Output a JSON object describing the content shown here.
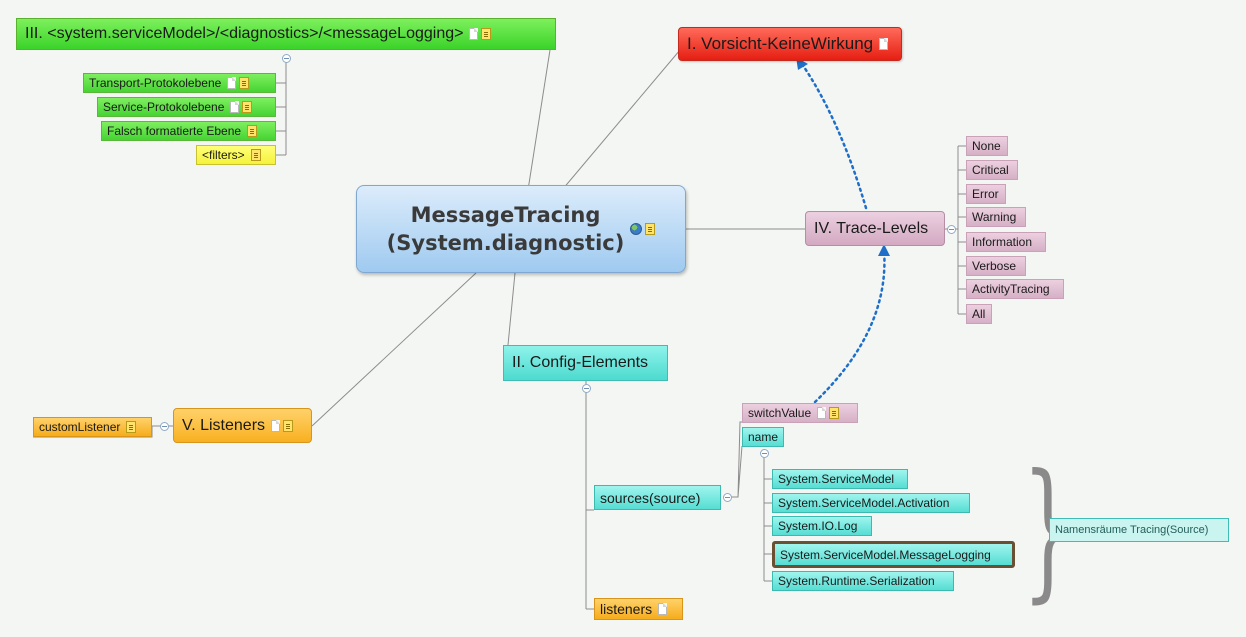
{
  "central": {
    "line1": "MessageTracing",
    "line2": "(System.diagnostic)",
    "icons": [
      "globe-icon",
      "note-icon"
    ]
  },
  "topics": {
    "caution": {
      "label": "I. Vorsicht-KeineWirkung",
      "icons": [
        "page-icon"
      ]
    },
    "config": {
      "label": "II. Config-Elements"
    },
    "message_logging": {
      "label": "III. <system.serviceModel>/<diagnostics>/<messageLogging>",
      "icons": [
        "page-icon",
        "note-icon"
      ]
    },
    "trace_levels": {
      "label": "IV. Trace-Levels"
    },
    "listeners": {
      "label": "V. Listeners",
      "icons": [
        "page-icon",
        "note-icon"
      ]
    }
  },
  "message_logging_items": [
    {
      "label": "Transport-Protokolebene",
      "icons": [
        "page-icon",
        "note-icon"
      ]
    },
    {
      "label": "Service-Protokolebene",
      "icons": [
        "page-icon",
        "note-icon"
      ]
    },
    {
      "label": "Falsch formatierte Ebene",
      "icons": [
        "note-icon"
      ]
    },
    {
      "label": "<filters>",
      "icons": [
        "note-icon"
      ]
    }
  ],
  "trace_level_items": [
    "None",
    "Critical",
    "Error",
    "Warning",
    "Information",
    "Verbose",
    "ActivityTracing",
    "All"
  ],
  "listener_items": [
    {
      "label": "customListener",
      "icons": [
        "note-icon"
      ]
    }
  ],
  "config_items": {
    "sources": {
      "label": "sources(source)"
    },
    "listeners": {
      "label": "listeners",
      "icons": [
        "page-icon"
      ]
    },
    "switch_value": {
      "label": "switchValue",
      "icons": [
        "page-icon",
        "note-icon"
      ]
    },
    "name": {
      "label": "name"
    }
  },
  "namespaces": [
    "System.ServiceModel",
    "System.ServiceModel.Activation",
    "System.IO.Log",
    "System.ServiceModel.MessageLogging",
    "System.Runtime.Serialization"
  ],
  "namespaces_note": "Namensräume Tracing(Source)",
  "colors": {
    "central": "#9fcaf0",
    "red": "#e51f12",
    "green": "#3bd32a",
    "yellow": "#f5f23c",
    "cyan": "#4cdacf",
    "pink": "#d3a9c1",
    "orange": "#f8b020",
    "relationship": "#1f6fc9",
    "highlight_border": "#6b4f33"
  }
}
